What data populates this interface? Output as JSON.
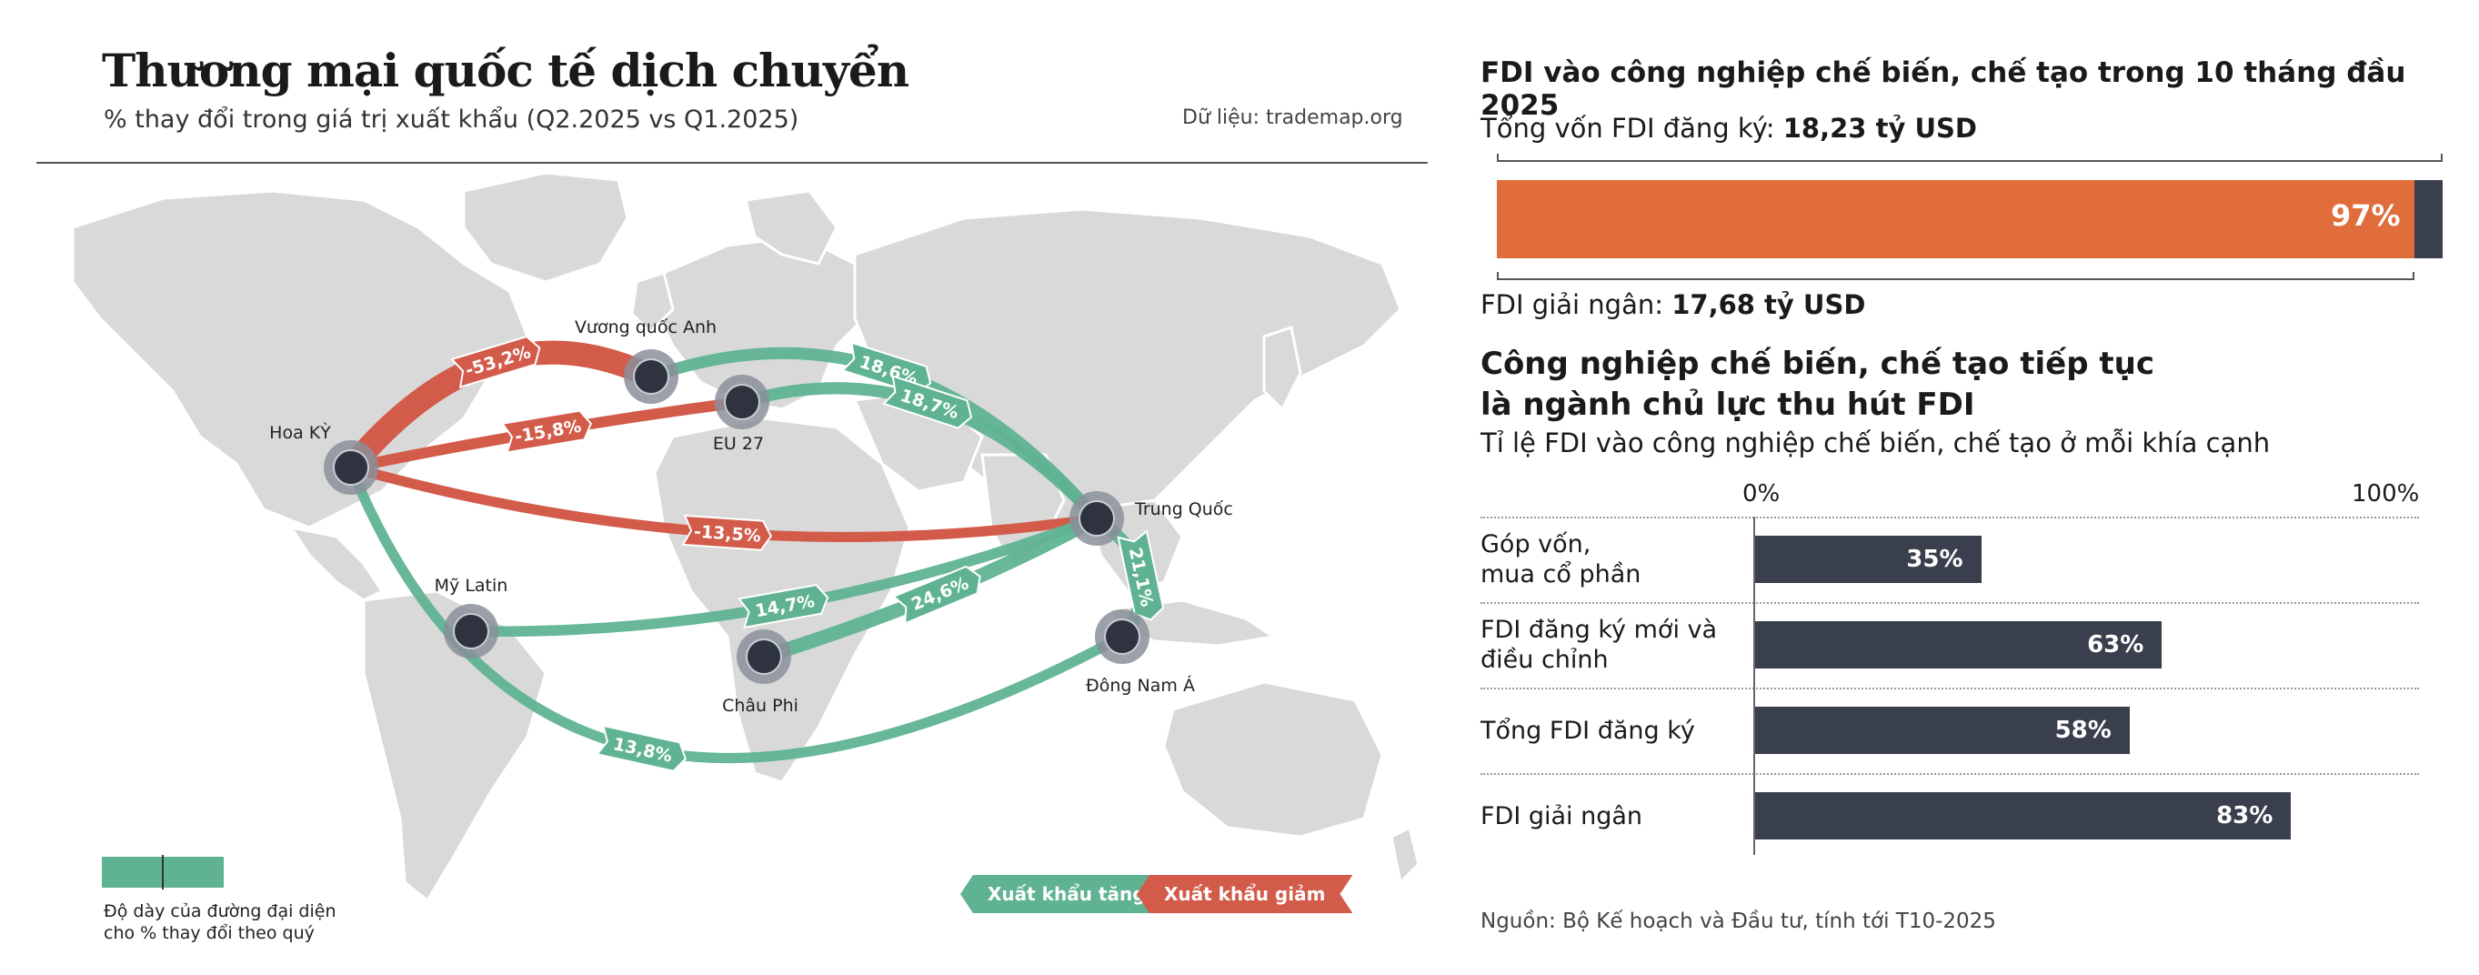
{
  "map": {
    "title": "Thương mại quốc tế dịch chuyển",
    "subtitle": "% thay đổi trong giá trị xuất khẩu (Q2.2025 vs Q1.2025)",
    "source": "Dữ liệu: trademap.org",
    "legend_title_line1": "Độ dày của đường đại diện",
    "legend_title_line2": "cho % thay đổi theo quý",
    "legend_up": "Xuất khẩu tăng",
    "legend_down": "Xuất khẩu giảm",
    "colors": {
      "up": "#5fb392",
      "down": "#d35b4a",
      "land": "#d9d9d9",
      "node": "#2f3340"
    }
  },
  "chart_data": [
    {
      "type": "flow-map",
      "title": "Thương mại quốc tế dịch chuyển",
      "subtitle": "% thay đổi trong giá trị xuất khẩu (Q2.2025 vs Q1.2025)",
      "nodes": [
        {
          "id": "usa",
          "name": "Hoa KỲ"
        },
        {
          "id": "uk",
          "name": "Vương quốc Anh"
        },
        {
          "id": "eu",
          "name": "EU 27"
        },
        {
          "id": "china",
          "name": "Trung Quốc"
        },
        {
          "id": "latam",
          "name": "Mỹ Latin"
        },
        {
          "id": "africa",
          "name": "Châu Phi"
        },
        {
          "id": "sea",
          "name": "Đông Nam Á"
        }
      ],
      "flows": [
        {
          "from": "uk",
          "to": "usa",
          "value": "-53,2%",
          "direction": "down"
        },
        {
          "from": "eu",
          "to": "usa",
          "value": "-15,8%",
          "direction": "down"
        },
        {
          "from": "china",
          "to": "usa",
          "value": "-13,5%",
          "direction": "down"
        },
        {
          "from": "china",
          "to": "uk",
          "value": "18,6%",
          "direction": "up"
        },
        {
          "from": "china",
          "to": "eu",
          "value": "18,7%",
          "direction": "up"
        },
        {
          "from": "china",
          "to": "sea",
          "value": "21,1%",
          "direction": "up"
        },
        {
          "from": "china",
          "to": "latam",
          "value": "14,7%",
          "direction": "up"
        },
        {
          "from": "china",
          "to": "africa",
          "value": "24,6%",
          "direction": "up"
        },
        {
          "from": "sea",
          "to": "usa",
          "value": "13,8%",
          "direction": "up"
        }
      ]
    },
    {
      "type": "bar",
      "title": "FDI vào công nghiệp chế biến, chế tạo trong 10 tháng đầu 2025",
      "registered_label": "Tổng vốn FDI đăng ký: ",
      "registered_value": "18,23 tỷ USD",
      "disbursed_label": "FDI giải ngân: ",
      "disbursed_value": "17,68 tỷ USD",
      "ratio": 97,
      "ratio_label": "97%"
    },
    {
      "type": "bar",
      "title_line1": "Công nghiệp chế biến, chế tạo tiếp tục",
      "title_line2": "là ngành chủ lực thu hút FDI",
      "subtitle": "Tỉ lệ FDI vào công nghiệp chế biến, chế tạo ở mỗi khía cạnh",
      "axis_min_label": "0%",
      "axis_max_label": "100%",
      "xlim": [
        0,
        100
      ],
      "categories": [
        [
          "Góp vốn,",
          "mua cổ phần"
        ],
        [
          "FDI đăng ký mới và",
          "điều chỉnh"
        ],
        [
          "Tổng FDI đăng ký"
        ],
        [
          "FDI giải ngân"
        ]
      ],
      "values": [
        35,
        63,
        58,
        83
      ],
      "value_labels": [
        "35%",
        "63%",
        "58%",
        "83%"
      ],
      "source": "Nguồn: Bộ Kế hoạch và Đầu tư, tính tới T10-2025"
    }
  ]
}
